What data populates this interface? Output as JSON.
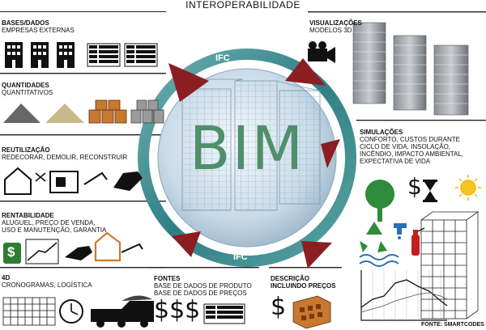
{
  "title": "INTEROPERABILIDADE",
  "center": {
    "label": "BIM",
    "ifc_top": "IFC",
    "ifc_bottom": "IFC"
  },
  "sections": {
    "bases": {
      "heading": "BASES/DADOS",
      "sub": "EMPRESAS EXTERNAS"
    },
    "quantidades": {
      "heading": "QUANTIDADES",
      "sub": "QUANTITATIVOS"
    },
    "reutilizacao": {
      "heading": "REUTILIZAÇÃO",
      "sub": "REDECORAR, DEMOLIR, RECONSTRUIR"
    },
    "rentabilidade": {
      "heading": "RENTABILIDADE",
      "sub1": "ALUGUEL, PREÇO DE VENDA,",
      "sub2": "USO E MANUTENÇÃO, GARANTIA"
    },
    "quatro_d": {
      "heading": "4D",
      "sub": "CRONOGRAMAS, LOGÍSTICA"
    },
    "fontes": {
      "heading": "FONTES",
      "sub1": "BASE DE DADOS DE PRODUTO",
      "sub2": "BASE DE DADOS DE PREÇOS"
    },
    "descricao": {
      "heading1": "DESCRIÇÃO",
      "heading2": "INCLUINDO PREÇOS"
    },
    "visualizacoes": {
      "heading": "VISUALIZAÇÕES",
      "sub": "MODELOS 3D"
    },
    "simulacoes": {
      "heading": "SIMULAÇÕES",
      "lines": [
        "CONFORTO, CUSTOS DURANTE",
        "CICLO DE VIDA, INSOLAÇÃO,",
        "INCÊNDIO, IMPACTO AMBIENTAL,",
        "EXPECTATIVA DE VIDA"
      ]
    }
  },
  "symbols": {
    "dollar": "$",
    "dollars": "$$$"
  },
  "source": "FONTE: SMARTCODES",
  "colors": {
    "ring": "#3f8e92",
    "arrow": "#8b1e22",
    "globe": "#cfe0ec",
    "bim_text": "#4f8f6b",
    "brick": "#c8792f",
    "tree": "#2e8b3a",
    "water": "#2a6fb5"
  }
}
